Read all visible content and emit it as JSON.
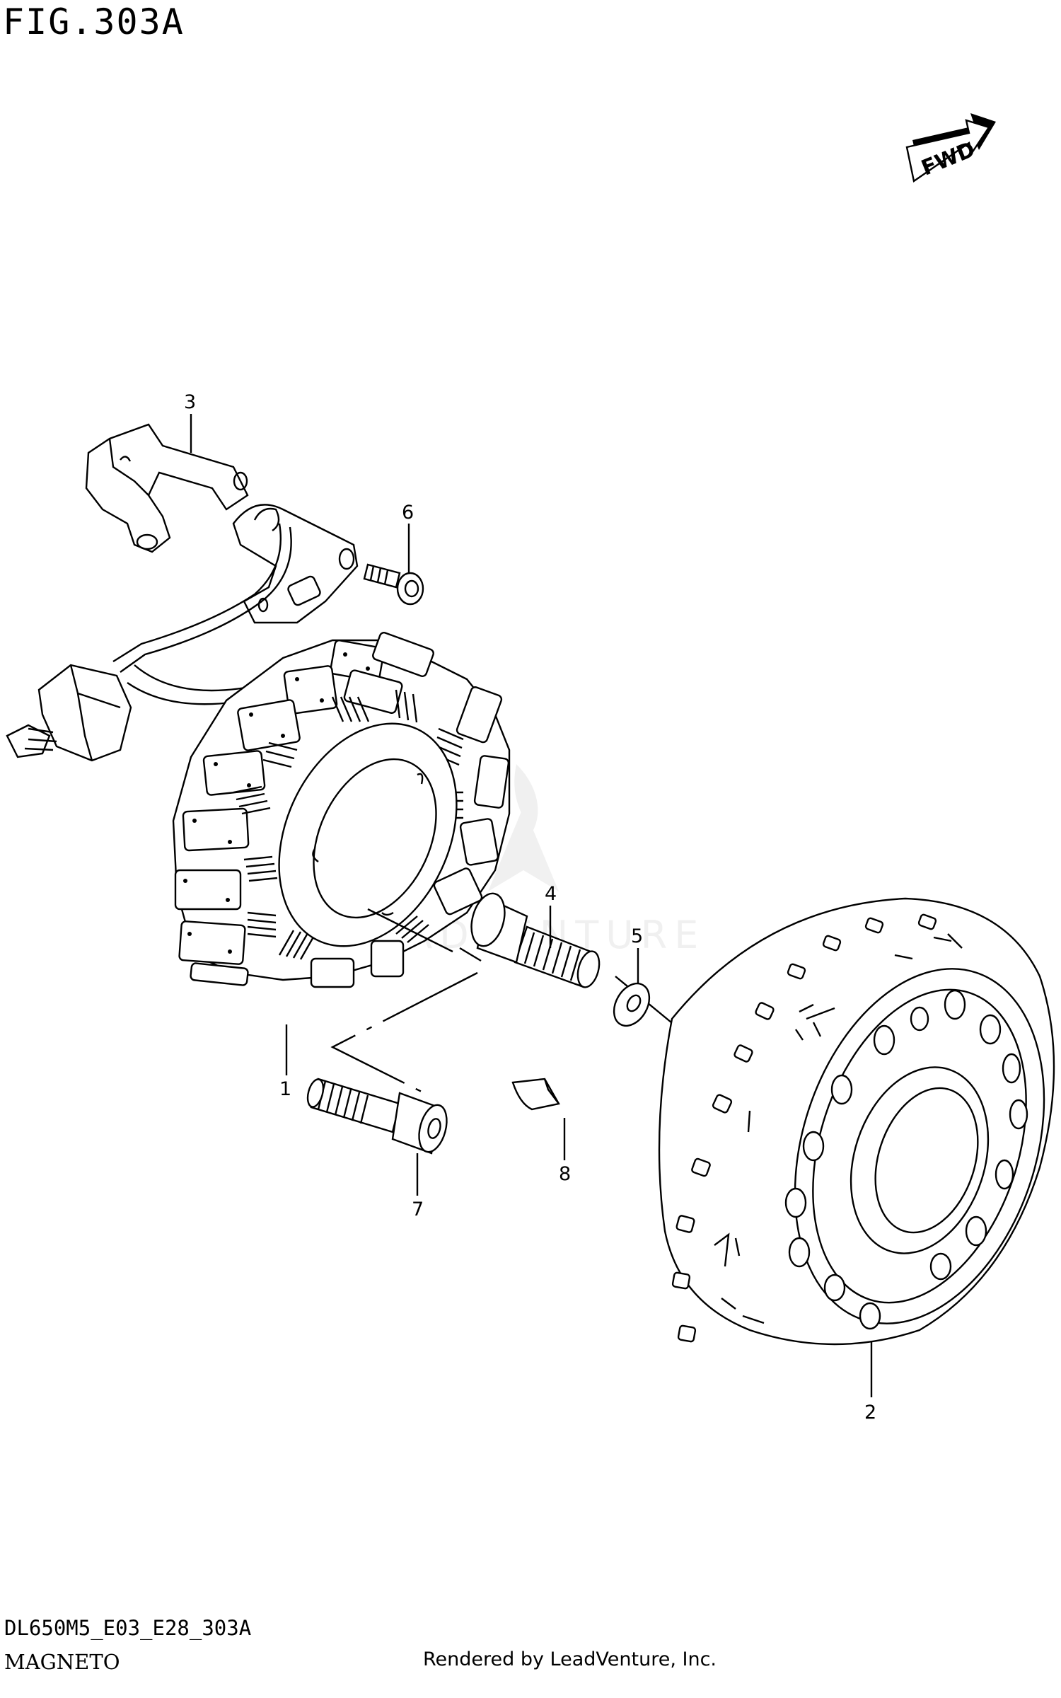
{
  "figure": {
    "title": "FIG.303A",
    "fwd_label": "FWD",
    "watermark": "LEADVENTURE"
  },
  "parts": [
    {
      "label": "1",
      "name": "stator"
    },
    {
      "label": "2",
      "name": "rotor"
    },
    {
      "label": "3",
      "name": "bracket"
    },
    {
      "label": "4",
      "name": "bolt"
    },
    {
      "label": "5",
      "name": "washer"
    },
    {
      "label": "6",
      "name": "screw"
    },
    {
      "label": "7",
      "name": "bolt-long"
    },
    {
      "label": "8",
      "name": "key"
    }
  ],
  "footer": {
    "code": "DL650M5_E03_E28_303A",
    "name": "MAGNETO",
    "credit": "Rendered by LeadVenture, Inc."
  }
}
